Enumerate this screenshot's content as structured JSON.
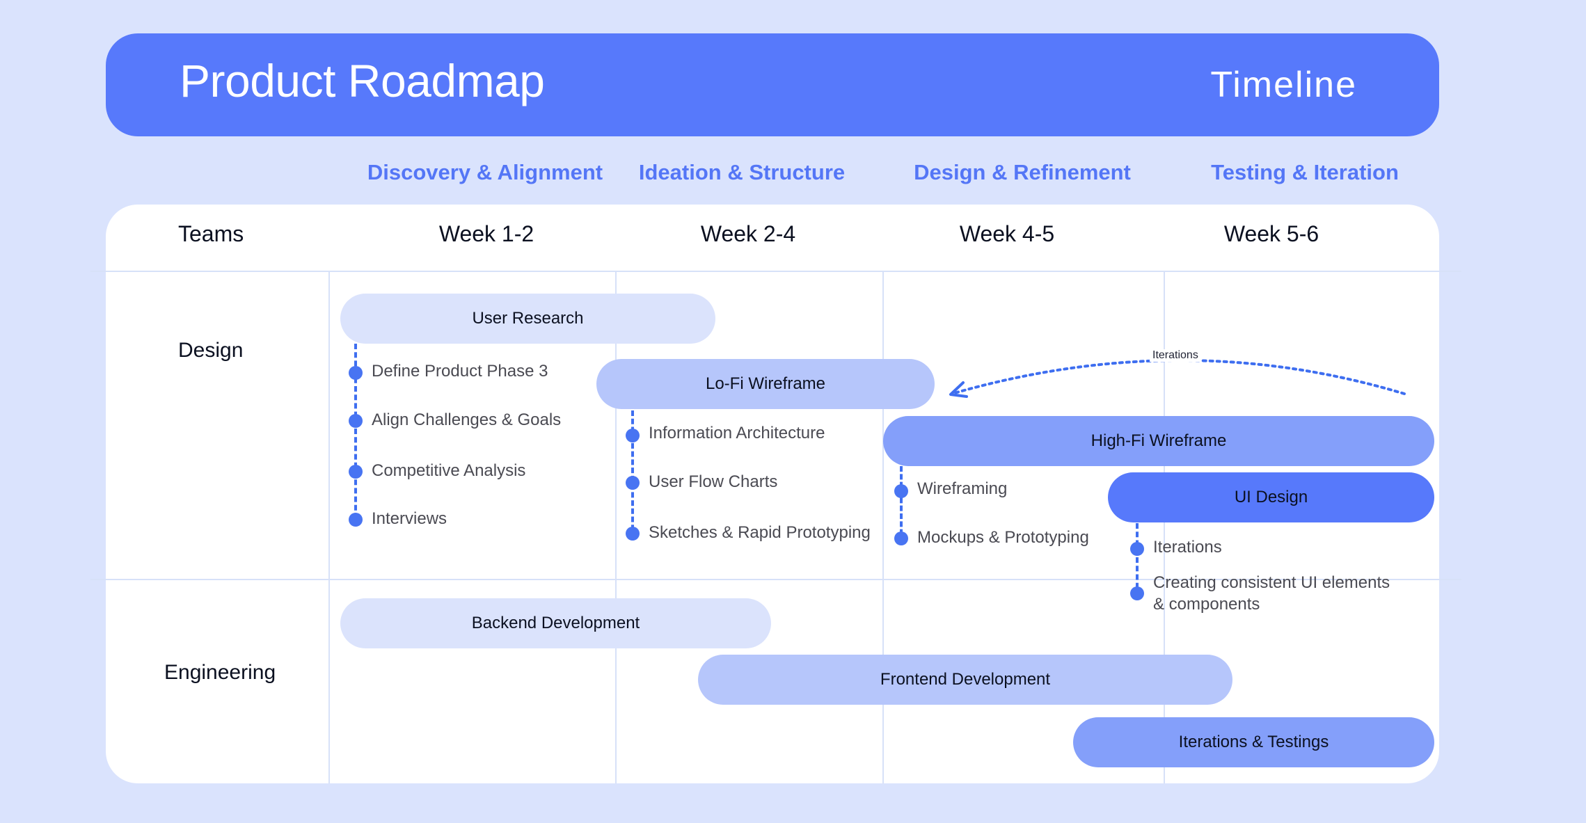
{
  "header": {
    "title": "Product Roadmap",
    "timeline": "Timeline"
  },
  "phases": [
    "Discovery & Alignment",
    "Ideation & Structure",
    "Design & Refinement",
    "Testing & Iteration"
  ],
  "table": {
    "teams_header": "Teams",
    "weeks": [
      "Week 1-2",
      "Week 2-4",
      "Week 4-5",
      "Week 5-6"
    ],
    "teams": [
      "Design",
      "Engineering"
    ]
  },
  "design": {
    "user_research": {
      "label": "User Research",
      "items": [
        "Define Product Phase 3",
        "Align Challenges & Goals",
        "Competitive Analysis",
        "Interviews"
      ]
    },
    "lofi": {
      "label": "Lo-Fi Wireframe",
      "items": [
        "Information Architecture",
        "User Flow Charts",
        "Sketches & Rapid Prototyping"
      ]
    },
    "hifi": {
      "label": "High-Fi Wireframe",
      "items": [
        "Wireframing",
        "Mockups & Prototyping"
      ]
    },
    "ui": {
      "label": "UI Design",
      "items": [
        "Iterations",
        "Creating consistent UI elements",
        "& components"
      ]
    },
    "iterations_arrow_label": "Iterations"
  },
  "engineering": {
    "backend": "Backend Development",
    "frontend": "Frontend Development",
    "testing": "Iterations & Testings"
  },
  "colors": {
    "background": "#dae3fd",
    "accent": "#5779fb",
    "phase_text": "#5476f6",
    "bar_light": "#dbe3fc",
    "bar_mid": "#b6c6fb",
    "bar_strong": "#849ffa",
    "bar_primary": "#5779fb"
  }
}
